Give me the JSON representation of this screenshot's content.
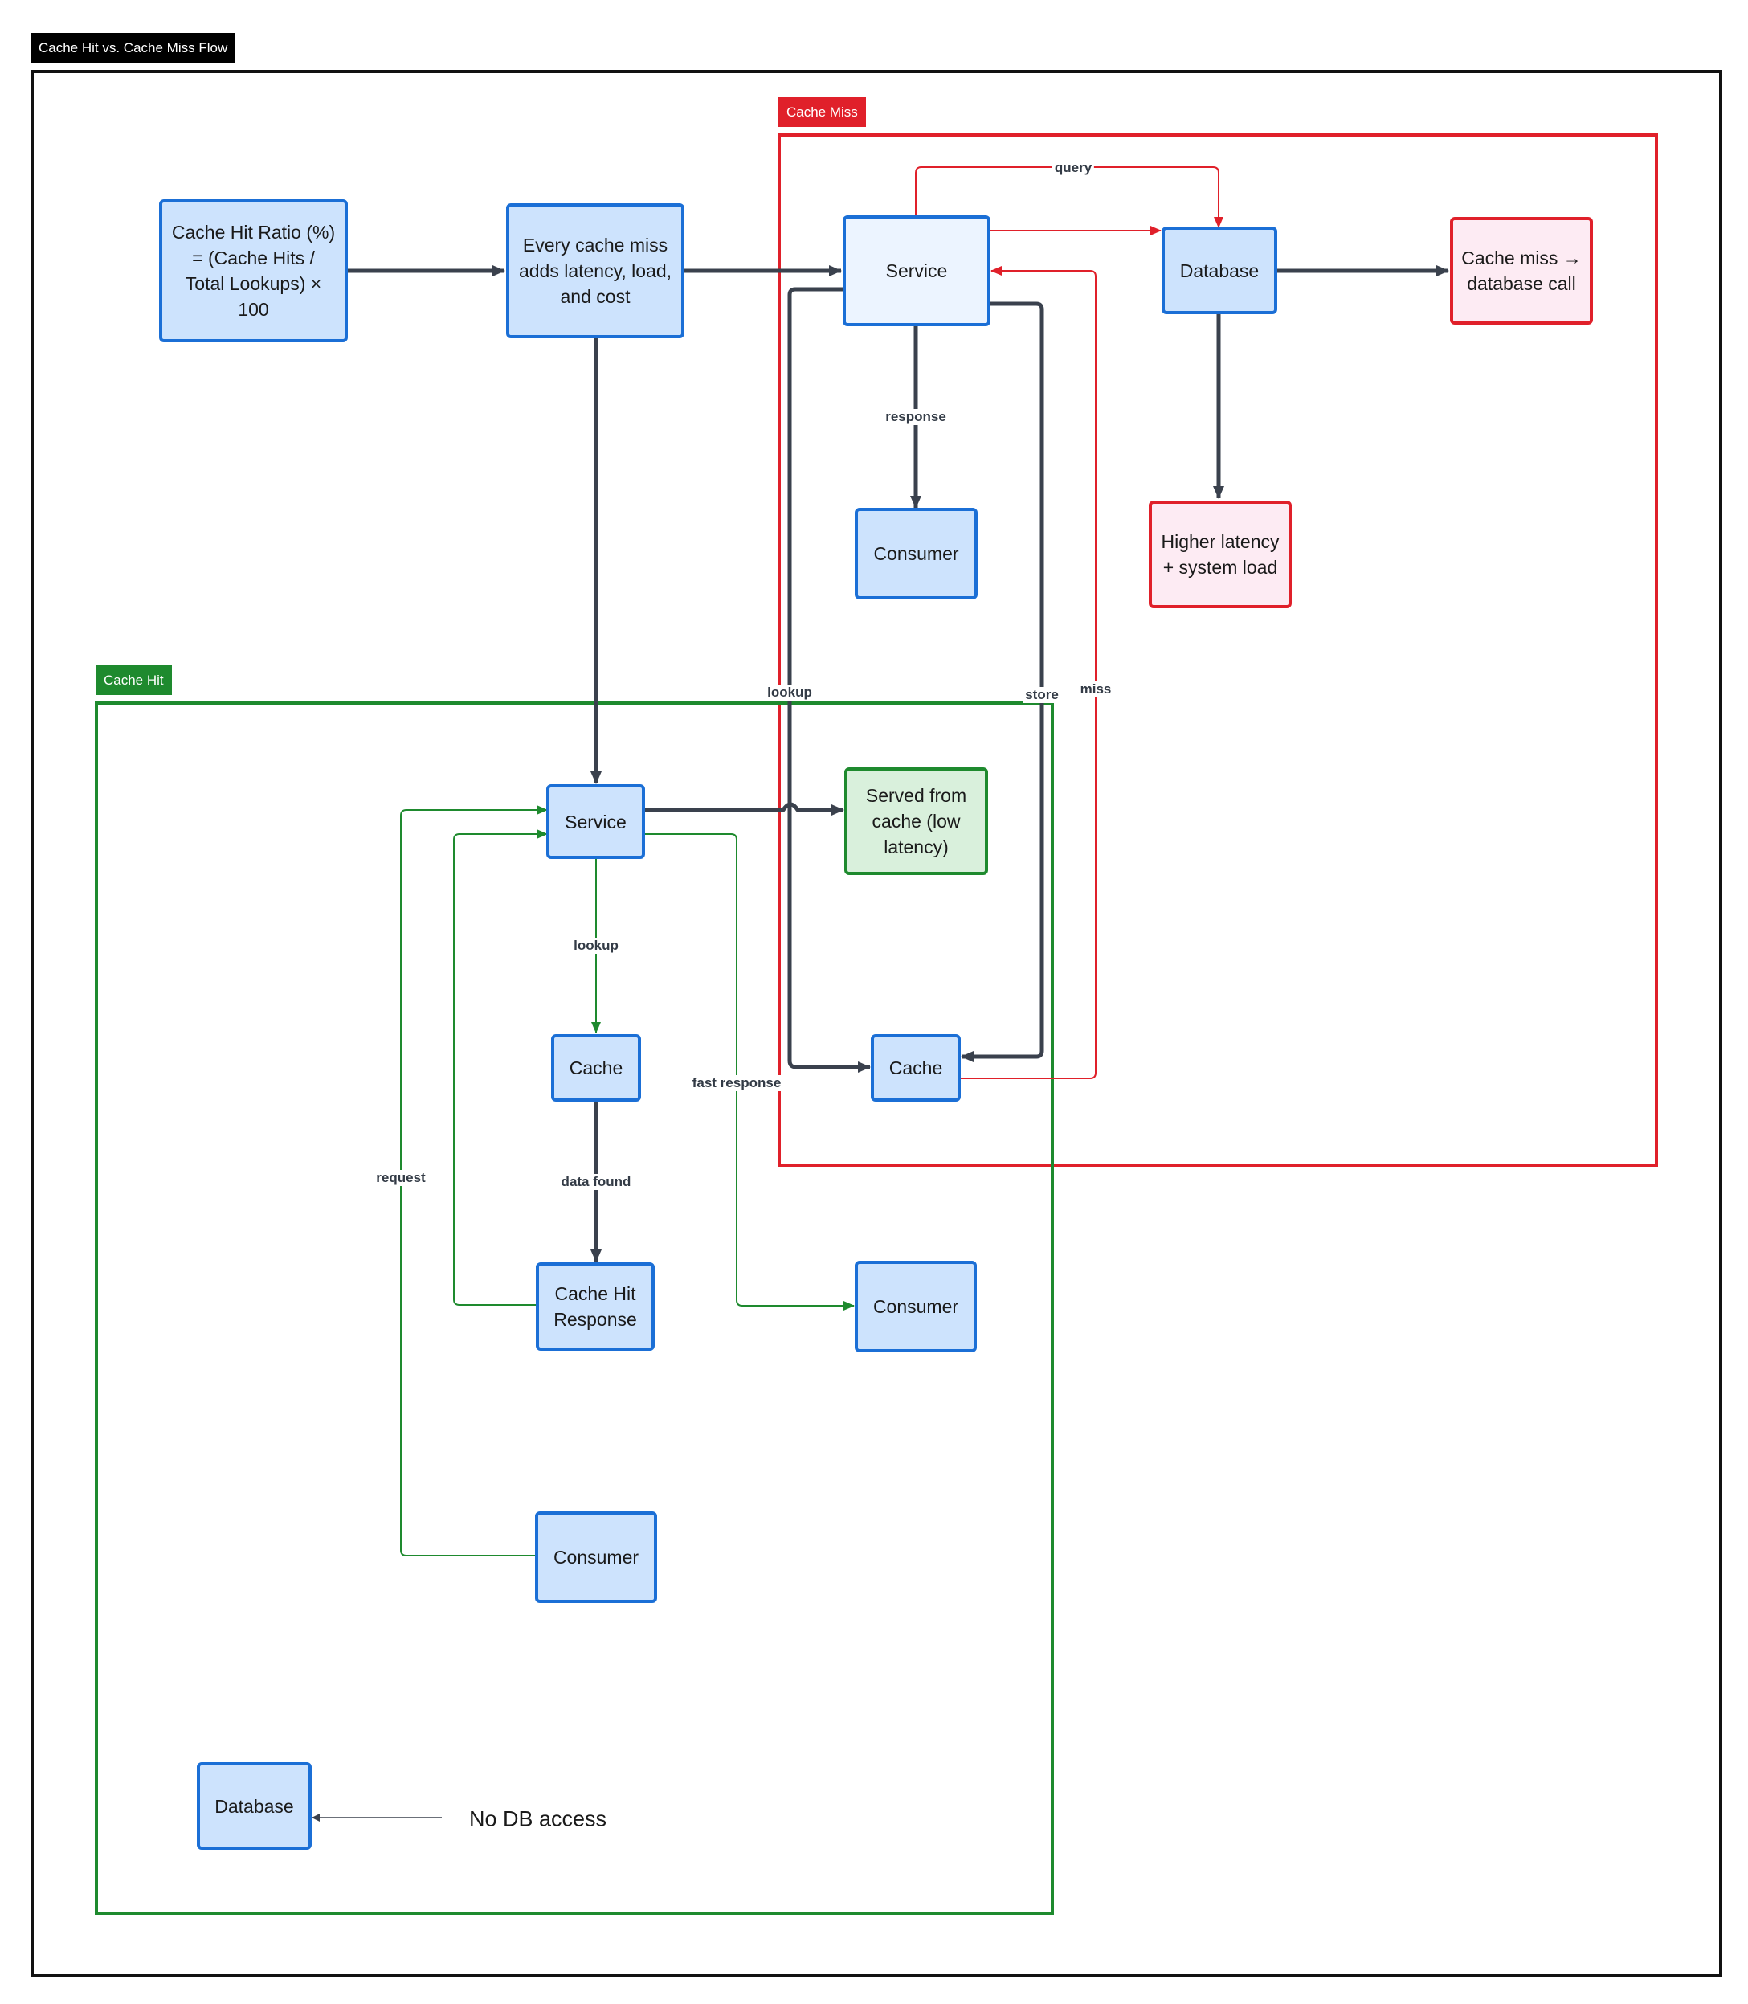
{
  "title": "Cache Hit vs. Cache Miss Flow",
  "groups": {
    "miss": {
      "label": "Cache Miss",
      "color": "#e0202a"
    },
    "hit": {
      "label": "Cache Hit",
      "color": "#1e8a2e"
    }
  },
  "nodes": {
    "ratio": "Cache Hit Ratio (%) = (Cache Hits / Total Lookups) × 100",
    "every_miss": "Every cache miss adds latency, load, and cost",
    "miss_service": "Service",
    "miss_database": "Database",
    "miss_db_call": "Cache miss → database call",
    "miss_consumer": "Consumer",
    "higher_latency": "Higher latency + system load",
    "hit_service": "Service",
    "served_from_cache": "Served from cache (low latency)",
    "hit_cache": "Cache",
    "miss_cache": "Cache",
    "cache_hit_response": "Cache Hit Response",
    "hit_consumer_right": "Consumer",
    "hit_consumer_bottom": "Consumer",
    "hit_database": "Database"
  },
  "edge_labels": {
    "query": "query",
    "response": "response",
    "lookup_miss": "lookup",
    "store": "store",
    "miss": "miss",
    "lookup_hit": "lookup",
    "fast_response": "fast response",
    "data_found": "data found",
    "request": "request"
  },
  "note": "No DB access",
  "colors": {
    "node_border": "#1b6fd6",
    "node_fill": "#cde3fd",
    "edge_dark": "#3a414d",
    "edge_red": "#e0202a",
    "edge_green": "#1e8a2e"
  }
}
